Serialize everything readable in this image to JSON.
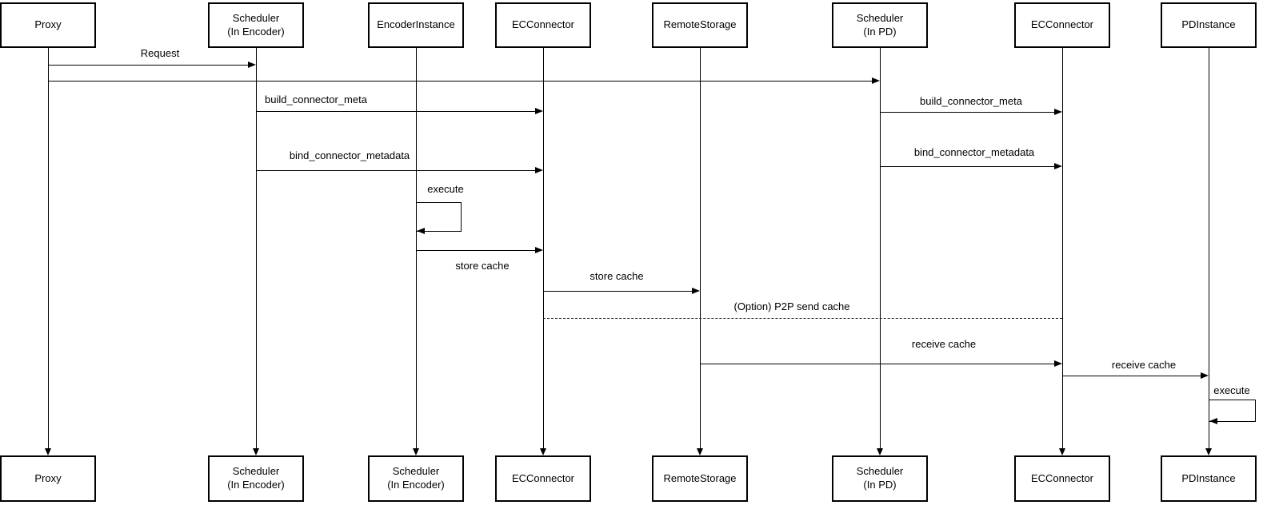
{
  "diagram": {
    "kind": "uml-sequence-diagram",
    "background_color": "#ffffff",
    "line_color": "#000000",
    "text_color": "#000000"
  },
  "actors": [
    {
      "id": "proxy",
      "top_label": "Proxy",
      "bottom_label": "Proxy"
    },
    {
      "id": "scheduler-in-encoder",
      "top_label": "Scheduler\n(In Encoder)",
      "bottom_label": "Scheduler\n(In Encoder)"
    },
    {
      "id": "encoder-instance",
      "top_label": "EncoderInstance",
      "bottom_label": "Scheduler\n(In Encoder)"
    },
    {
      "id": "ec-connector-encoder",
      "top_label": "ECConnector",
      "bottom_label": "ECConnector"
    },
    {
      "id": "remote-storage",
      "top_label": "RemoteStorage",
      "bottom_label": "RemoteStorage"
    },
    {
      "id": "scheduler-in-pd",
      "top_label": "Scheduler\n(In PD)",
      "bottom_label": "Scheduler\n(In PD)"
    },
    {
      "id": "ec-connector-pd",
      "top_label": "ECConnector",
      "bottom_label": "ECConnector"
    },
    {
      "id": "pd-instance",
      "top_label": "PDInstance",
      "bottom_label": "PDInstance"
    }
  ],
  "messages": [
    {
      "label": "Request",
      "from": "proxy",
      "to": "scheduler-in-encoder",
      "style": "solid"
    },
    {
      "label": "",
      "from": "proxy",
      "to": "scheduler-in-pd",
      "style": "solid"
    },
    {
      "label": "build_connector_meta",
      "from": "scheduler-in-encoder",
      "to": "ec-connector-encoder",
      "style": "solid"
    },
    {
      "label": "build_connector_meta",
      "from": "scheduler-in-pd",
      "to": "ec-connector-pd",
      "style": "solid"
    },
    {
      "label": "bind_connector_metadata",
      "from": "scheduler-in-encoder",
      "to": "ec-connector-encoder",
      "style": "solid"
    },
    {
      "label": "bind_connector_metadata",
      "from": "scheduler-in-pd",
      "to": "ec-connector-pd",
      "style": "solid"
    },
    {
      "label": "execute",
      "from": "encoder-instance",
      "to": "encoder-instance",
      "style": "self-loop"
    },
    {
      "label": "store cache",
      "from": "encoder-instance",
      "to": "ec-connector-encoder",
      "style": "solid"
    },
    {
      "label": "store cache",
      "from": "ec-connector-encoder",
      "to": "remote-storage",
      "style": "solid"
    },
    {
      "label": "(Option) P2P send cache",
      "from": "ec-connector-encoder",
      "to": "ec-connector-pd",
      "style": "dashed"
    },
    {
      "label": "receive cache",
      "from": "remote-storage",
      "to": "ec-connector-pd",
      "style": "solid"
    },
    {
      "label": "receive cache",
      "from": "ec-connector-pd",
      "to": "pd-instance",
      "style": "solid"
    },
    {
      "label": "execute",
      "from": "pd-instance",
      "to": "pd-instance",
      "style": "self-loop"
    }
  ]
}
